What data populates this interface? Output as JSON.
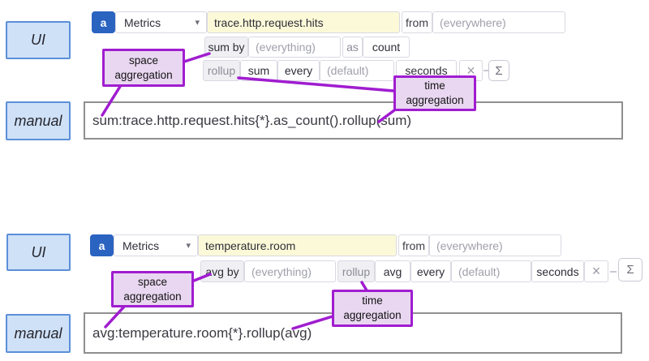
{
  "palette": {
    "accent_purple": "#a01dd0",
    "callout_fill": "#e9d7f1",
    "badge_blue": "#2b63c1",
    "label_fill": "#cfe1f7",
    "label_border": "#5b8fd9",
    "metric_bg": "#fcf9d8"
  },
  "icons": {
    "chevron": "▾",
    "close": "×",
    "sigma": "Σ"
  },
  "example1": {
    "ui_label": "UI",
    "manual_label": "manual",
    "scope_letter": "a",
    "source": "Metrics",
    "metric": "trace.http.request.hits",
    "from_label": "from",
    "from_value": "(everywhere)",
    "space_label": "sum by",
    "space_value": "(everything)",
    "as_label": "as",
    "as_value": "count",
    "rollup_label": "rollup",
    "rollup_fn": "sum",
    "every_label": "every",
    "every_value": "(default)",
    "unit": "seconds",
    "callout_space": "space aggregation",
    "callout_time": "time aggregation",
    "manual_query": "sum:trace.http.request.hits{*}.as_count().rollup(sum)"
  },
  "example2": {
    "ui_label": "UI",
    "manual_label": "manual",
    "scope_letter": "a",
    "source": "Metrics",
    "metric": "temperature.room",
    "from_label": "from",
    "from_value": "(everywhere)",
    "space_label": "avg by",
    "space_value": "(everything)",
    "rollup_label": "rollup",
    "rollup_fn": "avg",
    "every_label": "every",
    "every_value": "(default)",
    "unit": "seconds",
    "callout_space": "space aggregation",
    "callout_time": "time aggregation",
    "manual_query": "avg:temperature.room{*}.rollup(avg)"
  }
}
